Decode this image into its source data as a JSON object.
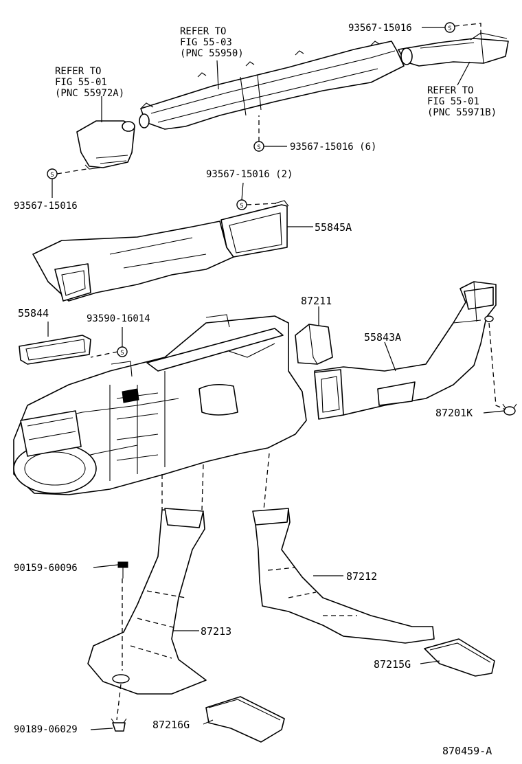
{
  "refer_top": [
    "REFER TO",
    "FIG 55-03",
    "(PNC 55950)"
  ],
  "refer_left": [
    "REFER TO",
    "FIG 55-01",
    "(PNC 55972A)"
  ],
  "refer_right": [
    "REFER TO",
    "FIG 55-01",
    "(PNC 55971B)"
  ],
  "callouts": {
    "screw_top_right": "93567-15016",
    "screw_center_6": "93567-15016 (6)",
    "screw_left": "93567-15016",
    "screw_2": "93567-15016 (2)",
    "duct_55845a": "55845A",
    "duct_55844": "55844",
    "screw_93590": "93590-16014",
    "duct_87211": "87211",
    "duct_55843a": "55843A",
    "clip_87201k": "87201K",
    "bolt_90159": "90159-60096",
    "duct_87212": "87212",
    "duct_87213": "87213",
    "duct_87215g": "87215G",
    "clip_90189": "90189-06029",
    "duct_87216g": "87216G"
  },
  "screw_symbol": "S",
  "figure_number": "870459-A"
}
